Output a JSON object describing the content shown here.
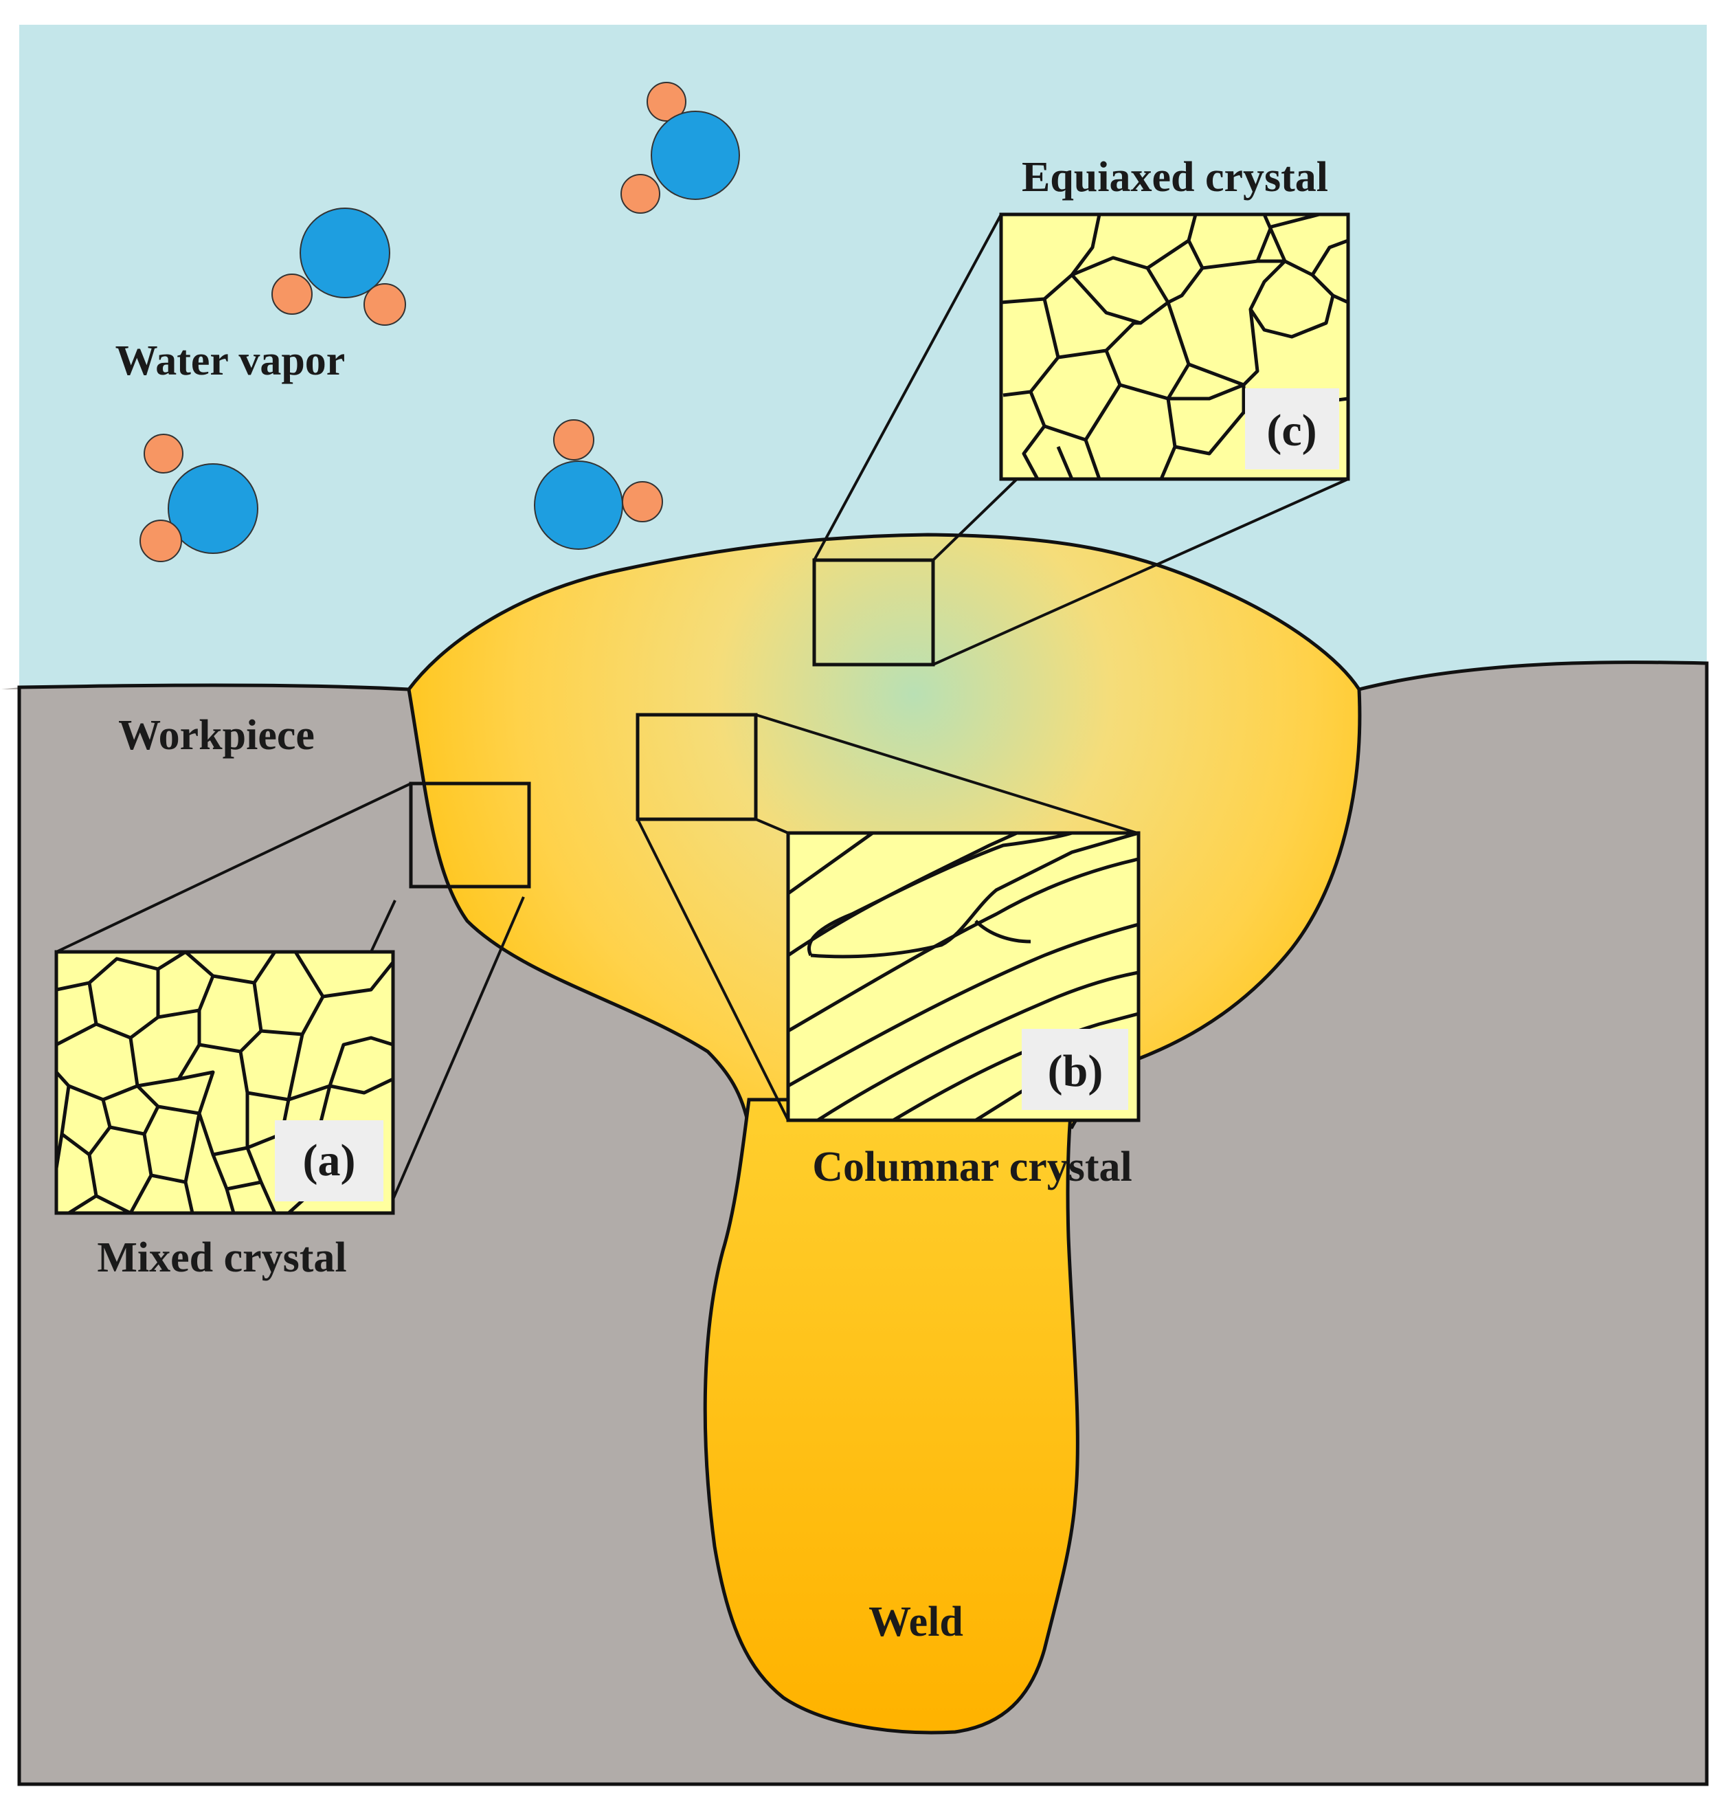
{
  "labels": {
    "water_vapor": "Water vapor",
    "workpiece": "Workpiece",
    "weld": "Weld",
    "mixed_crystal": "Mixed crystal",
    "columnar_crystal": "Columnar crystal",
    "equiaxed_crystal": "Equiaxed crystal"
  },
  "insets": {
    "a": "(a)",
    "b": "(b)",
    "c": "(c)"
  },
  "colors": {
    "vapor_region": "#c4e6ea",
    "workpiece": "#b1aca9",
    "weld_outer": "#ffc20e",
    "weld_center": "#b9e0b4",
    "grain_fill": "#ffff9f",
    "oxygen_atom": "#1e9ee0",
    "hydrogen_atom": "#f79663",
    "outline": "#111111",
    "tag_bg": "#eeeeee"
  },
  "icons": {
    "molecule": "water-molecule-icon"
  }
}
